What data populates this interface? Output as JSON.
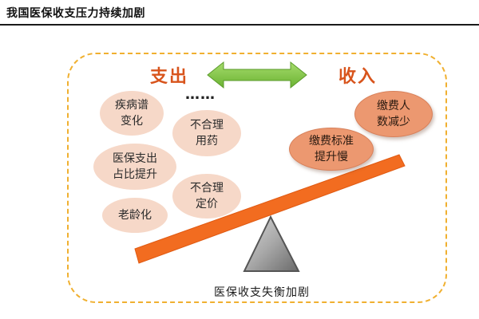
{
  "header": {
    "title": "我国医保收支压力持续加剧"
  },
  "diagram": {
    "expense_label": "支出",
    "income_label": "收入",
    "ellipsis": "……",
    "expense_factors": [
      "疾病谱\n变化",
      "医保支出\n占比提升",
      "老龄化",
      "不合理\n用药",
      "不合理\n定价"
    ],
    "income_factors": [
      "缴费标准\n提升慢",
      "缴费人\n数减少"
    ],
    "caption": "医保收支失衡加剧"
  },
  "colors": {
    "accent_orange": "#d8541c",
    "beam_orange": "#f26c20",
    "arrow_green": "#7cc242",
    "frame_dashed": "#f0b030",
    "bubble_light": "#f6d8c8",
    "bubble_dark": "#ec9870"
  },
  "icons": {
    "double_arrow": "double-headed-arrow-icon",
    "fulcrum": "triangle-fulcrum-icon"
  }
}
